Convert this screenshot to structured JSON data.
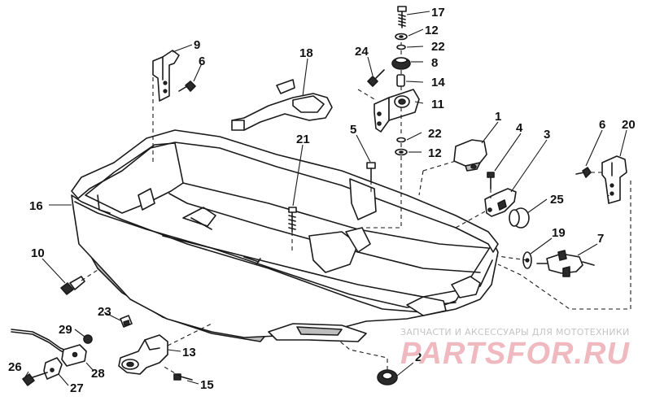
{
  "callouts": [
    "17",
    "12",
    "22",
    "8",
    "14",
    "11",
    "24",
    "18",
    "9",
    "6",
    "1",
    "4",
    "3",
    "6",
    "20",
    "5",
    "22",
    "12",
    "21",
    "16",
    "25",
    "19",
    "7",
    "10",
    "23",
    "29",
    "26",
    "28",
    "27",
    "13",
    "15",
    "2"
  ],
  "watermark": {
    "caption": "ЗАПЧАСТИ И АКСЕССУАРЫ ДЛЯ МОТОТЕХНИКИ",
    "brand": "PARTSFOR.RU",
    "color": "#f0b8bf"
  }
}
